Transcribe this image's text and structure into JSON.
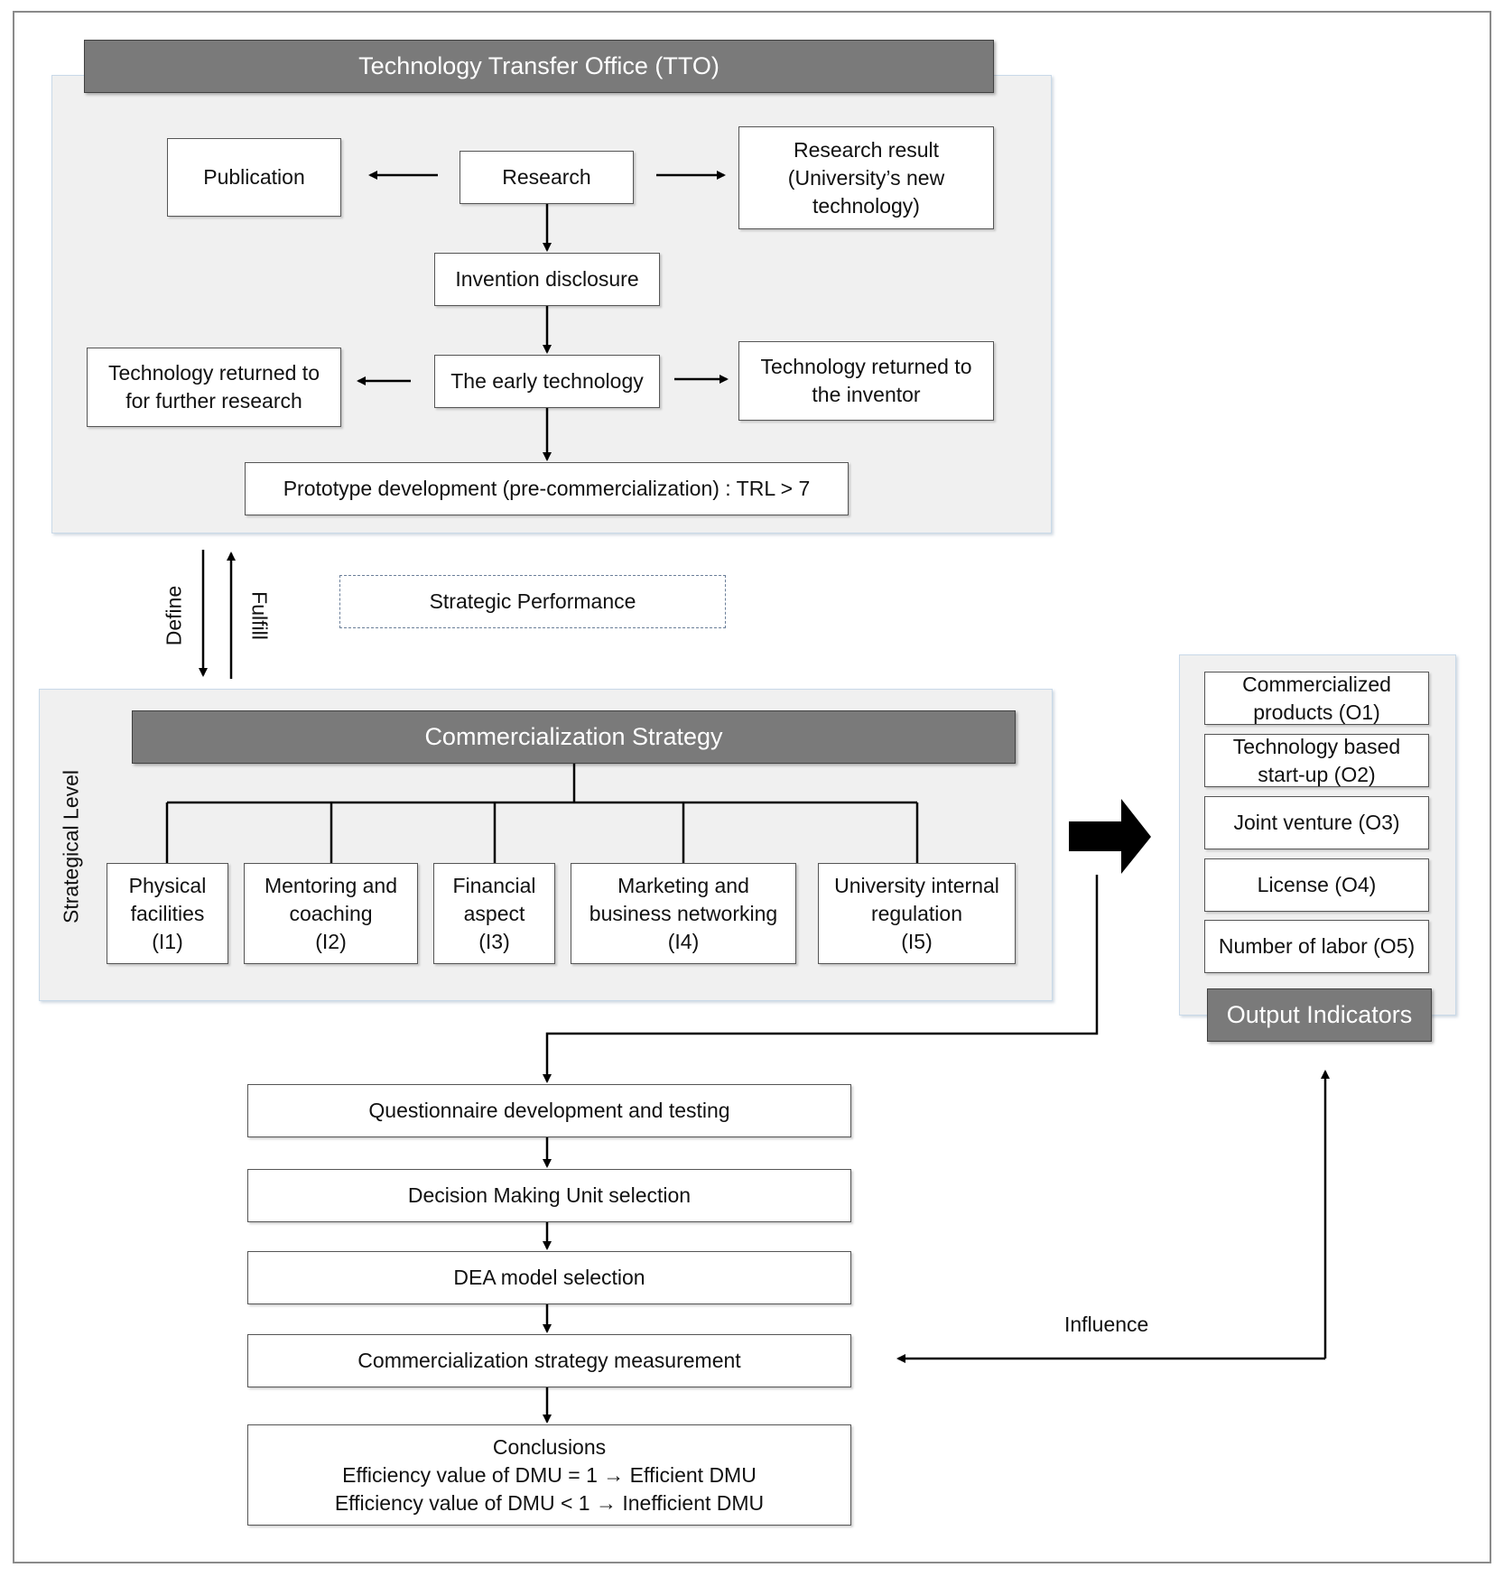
{
  "tto": {
    "title": "Technology Transfer Office (TTO)",
    "publication": "Publication",
    "research": "Research",
    "research_result": "Research result\n(University’s new\ntechnology)",
    "invention_disclosure": "Invention disclosure",
    "returned_further_research": "Technology returned to\nfor further research",
    "early_technology": "The early technology",
    "returned_inventor": "Technology returned to\nthe inventor",
    "prototype": "Prototype development (pre-commercialization) : TRL > 7"
  },
  "links": {
    "define": "Define",
    "fulfill": "Fulfill",
    "strategic_performance": "Strategic Performance",
    "influence": "Influence"
  },
  "strategy": {
    "title": "Commercialization Strategy",
    "level_label": "Strategical Level",
    "inputs": [
      "Physical\nfacilities\n(I1)",
      "Mentoring and\ncoaching\n(I2)",
      "Financial\naspect\n(I3)",
      "Marketing and\nbusiness networking\n(I4)",
      "University internal\nregulation\n(I5)"
    ]
  },
  "outputs": {
    "title": "Output Indicators",
    "items": [
      "Commercialized\nproducts (O1)",
      "Technology based\nstart-up (O2)",
      "Joint venture (O3)",
      "License (O4)",
      "Number of labor (O5)"
    ]
  },
  "process": {
    "steps": [
      "Questionnaire development and testing",
      "Decision Making Unit selection",
      "DEA model selection",
      "Commercialization strategy measurement"
    ],
    "conclusions": "Conclusions\nEfficiency value of DMU = 1 → Efficient DMU\nEfficiency value of DMU < 1 → Inefficient DMU"
  }
}
